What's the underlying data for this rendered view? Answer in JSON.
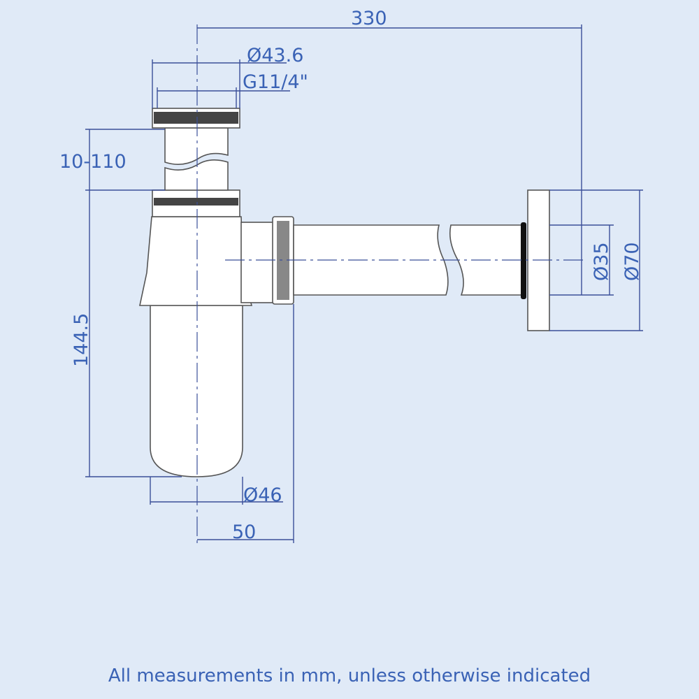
{
  "dimensions": {
    "overall_length": "330",
    "top_outer_diameter": "Ø43.6",
    "thread": "G11/4\"",
    "height_adjust": "10-110",
    "body_height": "144.5",
    "body_diameter": "Ø46",
    "outlet_offset": "50",
    "pipe_diameter": "Ø35",
    "flange_diameter": "Ø70"
  },
  "note": "All measurements in mm, unless otherwise indicated",
  "colors": {
    "background": "#e0eaf7",
    "dimension_text": "#3a62b5",
    "dimension_line": "#3b4f99"
  }
}
